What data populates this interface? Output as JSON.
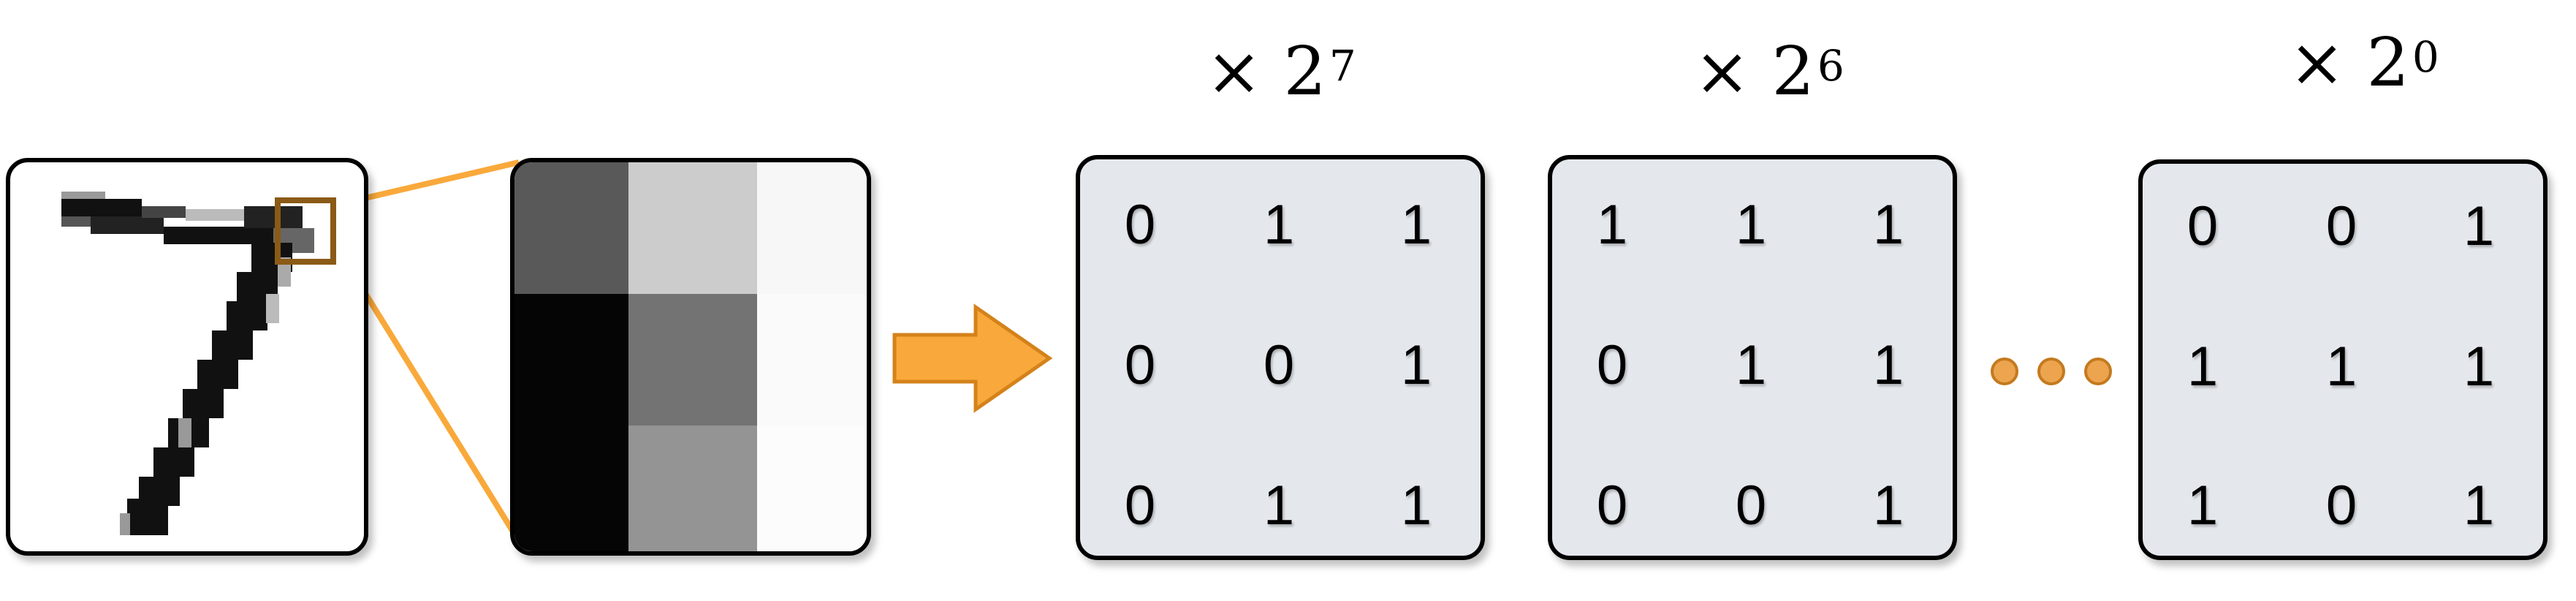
{
  "colors": {
    "accent_orange": "#f9a93b",
    "zoom_box": "#8b5a16",
    "bitplane_bg": "#e4e8ec",
    "dot": "#eda44f"
  },
  "source_image": {
    "icon": "mnist-digit-seven-icon",
    "digit": "7"
  },
  "zoom_pixels": [
    [
      0.35,
      0.8,
      0.97
    ],
    [
      0.02,
      0.45,
      0.98
    ],
    [
      0.02,
      0.58,
      0.99
    ]
  ],
  "arrow": {
    "icon": "right-arrow-icon"
  },
  "ellipsis": {
    "icon": "ellipsis-dots-icon"
  },
  "bitplanes": [
    {
      "multiplier_base": "× 2",
      "exponent": "7",
      "values": [
        [
          "0",
          "1",
          "1"
        ],
        [
          "0",
          "0",
          "1"
        ],
        [
          "0",
          "1",
          "1"
        ]
      ]
    },
    {
      "multiplier_base": "× 2",
      "exponent": "6",
      "values": [
        [
          "1",
          "1",
          "1"
        ],
        [
          "0",
          "1",
          "1"
        ],
        [
          "0",
          "0",
          "1"
        ]
      ]
    },
    {
      "multiplier_base": "× 2",
      "exponent": "0",
      "values": [
        [
          "0",
          "0",
          "1"
        ],
        [
          "1",
          "1",
          "1"
        ],
        [
          "1",
          "0",
          "1"
        ]
      ]
    }
  ]
}
